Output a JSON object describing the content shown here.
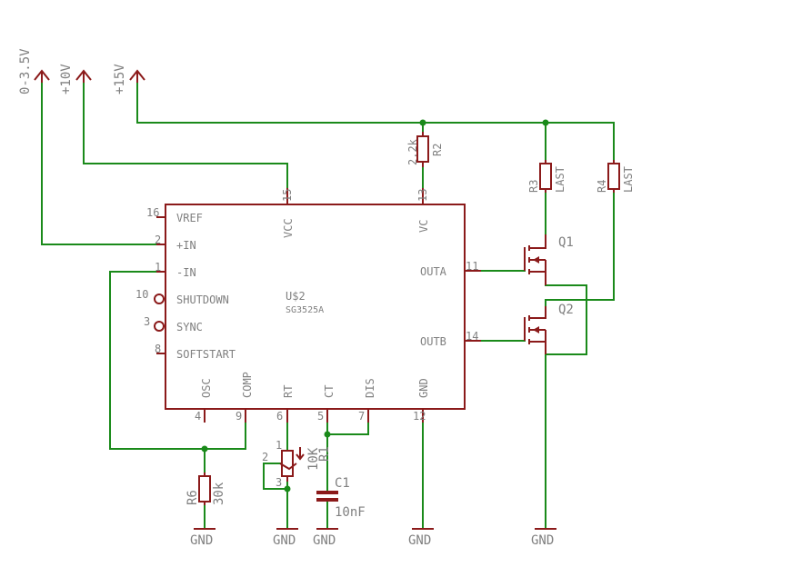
{
  "supplies": {
    "v1": "0-3.5V",
    "v2": "+10V",
    "v3": "+15V"
  },
  "ic": {
    "name": "U$2",
    "value": "SG3525A",
    "pins_left": [
      {
        "num": "16",
        "label": "VREF"
      },
      {
        "num": "2",
        "label": "+IN"
      },
      {
        "num": "1",
        "label": "-IN"
      },
      {
        "num": "10",
        "label": "SHUTDOWN"
      },
      {
        "num": "3",
        "label": "SYNC"
      },
      {
        "num": "8",
        "label": "SOFTSTART"
      }
    ],
    "pins_top": [
      {
        "num": "15",
        "label": "VCC"
      },
      {
        "num": "13",
        "label": "VC"
      }
    ],
    "pins_right": [
      {
        "num": "11",
        "label": "OUTA"
      },
      {
        "num": "14",
        "label": "OUTB"
      }
    ],
    "pins_bottom": [
      {
        "num": "4",
        "label": "OSC"
      },
      {
        "num": "9",
        "label": "COMP"
      },
      {
        "num": "6",
        "label": "RT"
      },
      {
        "num": "5",
        "label": "CT"
      },
      {
        "num": "7",
        "label": "DIS"
      },
      {
        "num": "12",
        "label": "GND"
      }
    ]
  },
  "components": {
    "r2": {
      "name": "R2",
      "value": "2.2k"
    },
    "r3": {
      "name": "R3",
      "value": "LAST"
    },
    "r4": {
      "name": "R4",
      "value": "LAST"
    },
    "r6": {
      "name": "R6",
      "value": "30k"
    },
    "r1": {
      "name": "R1",
      "value": "10K",
      "pin1": "1",
      "pin2": "2",
      "pin3": "3"
    },
    "c1": {
      "name": "C1",
      "value": "10nF"
    },
    "q1": {
      "name": "Q1"
    },
    "q2": {
      "name": "Q2"
    }
  },
  "grounds": [
    "GND",
    "GND",
    "GND",
    "GND",
    "GND"
  ],
  "colors": {
    "wire": "#1a8a1a",
    "part": "#8b1a1a",
    "text": "#808080"
  }
}
